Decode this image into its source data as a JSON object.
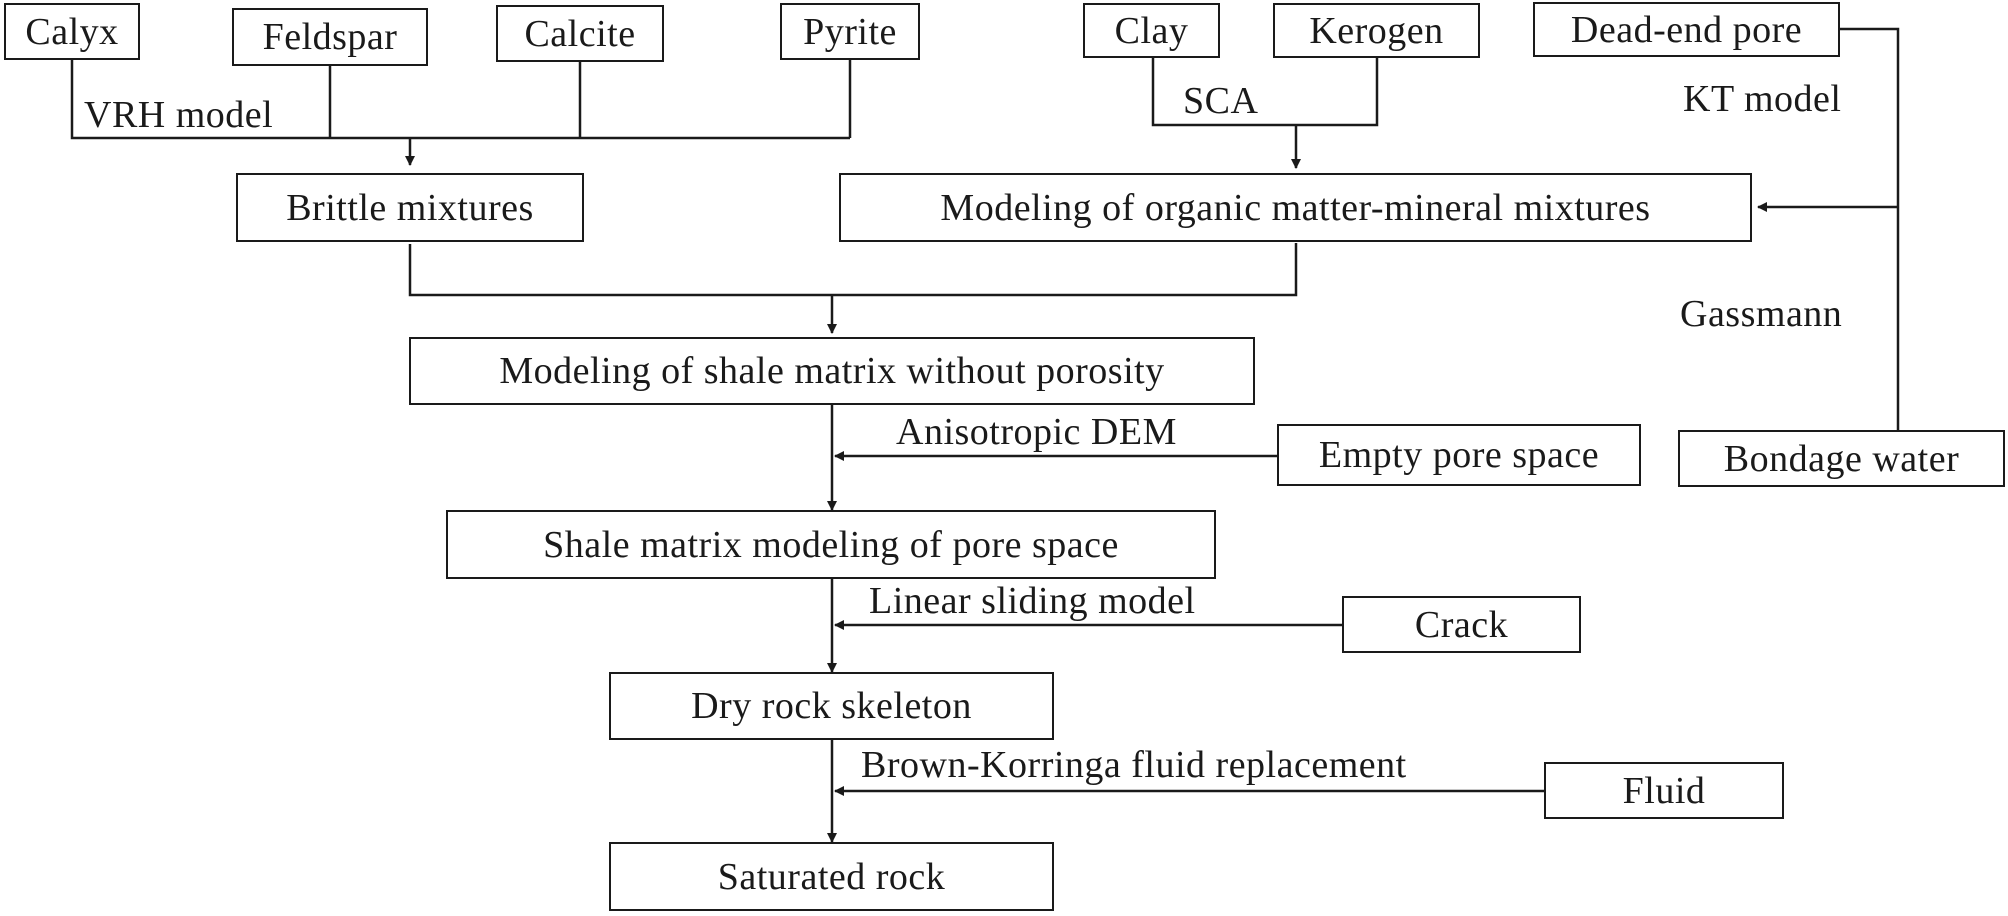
{
  "nodes": {
    "calyx": "Calyx",
    "feldspar": "Feldspar",
    "calcite": "Calcite",
    "pyrite": "Pyrite",
    "clay": "Clay",
    "kerogen": "Kerogen",
    "dead_end_pore": "Dead-end pore",
    "brittle_mixtures": "Brittle mixtures",
    "organic_mixtures": "Modeling of organic matter-mineral mixtures",
    "shale_matrix_no_porosity": "Modeling of shale matrix without porosity",
    "empty_pore_space": "Empty pore space",
    "bondage_water": "Bondage water",
    "shale_matrix_pore_space": "Shale matrix modeling of pore space",
    "crack": "Crack",
    "dry_rock_skeleton": "Dry rock skeleton",
    "fluid": "Fluid",
    "saturated_rock": "Saturated rock"
  },
  "labels": {
    "vrh_model": "VRH model",
    "sca": "SCA",
    "kt_model": "KT model",
    "gassmann": "Gassmann",
    "anisotropic_dem": "Anisotropic DEM",
    "linear_sliding_model": "Linear sliding model",
    "brown_korringa": "Brown-Korringa fluid replacement"
  }
}
